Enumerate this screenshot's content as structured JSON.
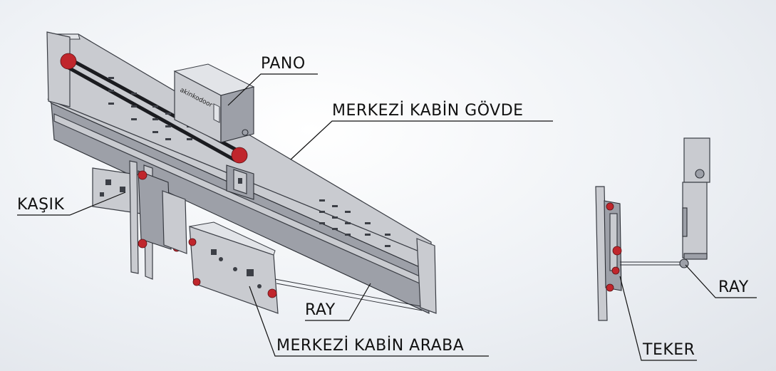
{
  "labels": {
    "pano": "PANO",
    "merkezi_kabin_govde": "MERKEZİ KABİN GÖVDE",
    "kasik": "KAŞIK",
    "ray_main": "RAY",
    "merkezi_kabin_araba": "MERKEZİ KABİN ARABA",
    "teker": "TEKER",
    "ray_side": "RAY"
  },
  "panel_brand": "akinkodoor",
  "colors": {
    "metal": "#c9cbd0",
    "edge": "#3a3d44",
    "roller": "#c0262c",
    "label": "#111111"
  }
}
